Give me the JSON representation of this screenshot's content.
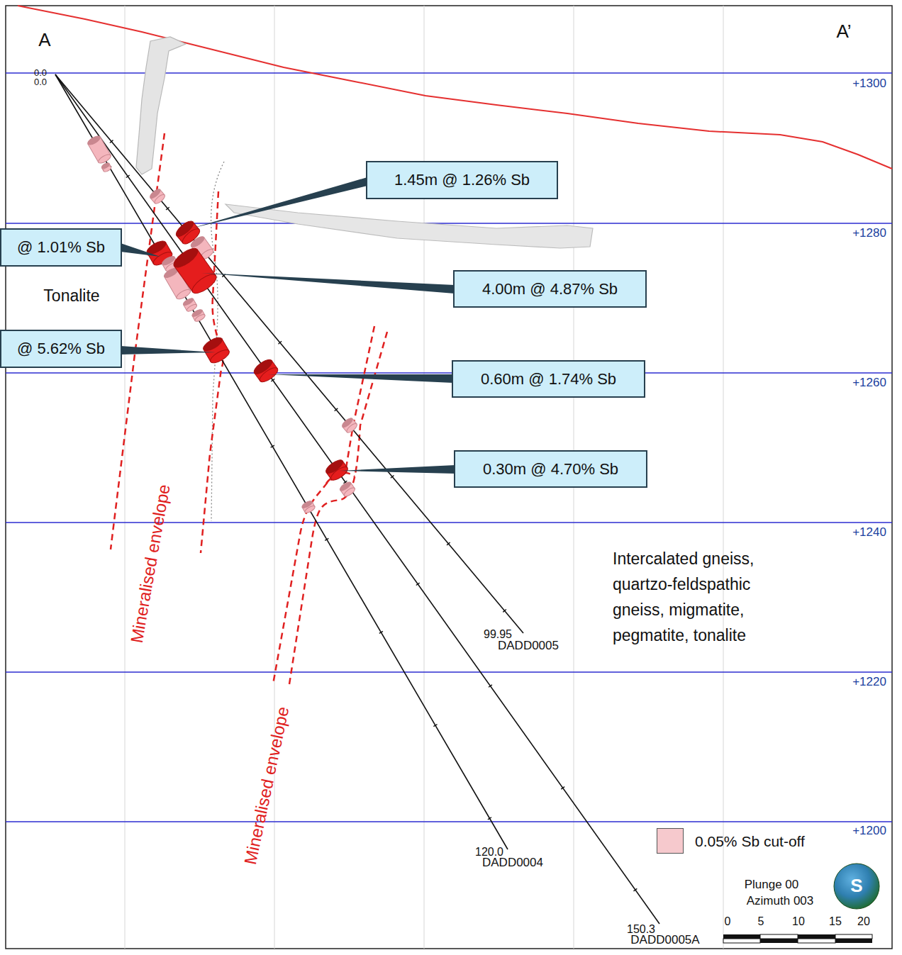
{
  "diagram": {
    "nodes": [
      {
        "text": [
          "1.45m @ 1.26% Sb"
        ]
      },
      {
        "text": [
          "@ 1.01% Sb"
        ]
      },
      {
        "text": [
          "4.00m @ 4.87% Sb"
        ]
      },
      {
        "text": [
          "@ 5.62% Sb"
        ]
      },
      {
        "text": [
          "0.60m @ 1.74% Sb"
        ]
      },
      {
        "text": [
          "0.30m @ 4.70% Sb"
        ]
      }
    ],
    "labels": [
      "A",
      "A’",
      "+1300",
      "+1280",
      "+1260",
      "+1240",
      "+1220",
      "+1200",
      "Tonalite",
      "Intercalated gneiss, quartzo-feldspathic gneiss, migmatite, pegmatite, tonalite",
      "Mineralised envelope",
      "Mineralised envelope",
      "0.0",
      "0.0",
      "99.95",
      "DADD0005",
      "120.0",
      "DADD0004",
      "150.3",
      "DADD0005A",
      "Plunge 00",
      "Azimuth 003",
      "0",
      "5",
      "10",
      "15",
      "20",
      "S"
    ],
    "legend": [
      {
        "text": "0.05% Sb cut-off",
        "color": "#f6c9cd"
      }
    ]
  }
}
